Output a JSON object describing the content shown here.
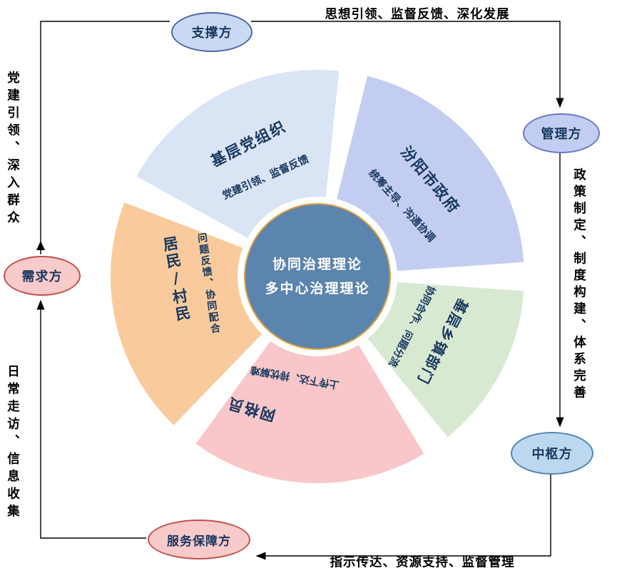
{
  "diagram": {
    "center": {
      "line1": "协同治理理论",
      "line2": "多中心治理理论"
    },
    "segments": [
      {
        "id": "grassroots-party",
        "title": "基层党组织",
        "subtitle": "党建引领、监督反馈",
        "color": "#d9e4f5"
      },
      {
        "id": "city-government",
        "title": "汾阳市政府",
        "subtitle": "统筹主导、沟通协调",
        "color": "#c3cdf2"
      },
      {
        "id": "township-departments",
        "title": "基层乡镇部门",
        "subtitle": "协同合作、问题分流",
        "color": "#d8e9d2"
      },
      {
        "id": "grid-workers",
        "title": "网格员",
        "subtitle": "上传下达、排忧解难",
        "color": "#f9c7c9"
      },
      {
        "id": "residents",
        "title": "居民/村民",
        "subtitle": "问题反馈、协同配合",
        "color": "#f9cb9c"
      }
    ],
    "nodes": [
      {
        "id": "support",
        "label": "支撑方",
        "color": "#c9d9f3"
      },
      {
        "id": "management",
        "label": "管理方",
        "color": "#c3cdf2"
      },
      {
        "id": "hub",
        "label": "中枢方",
        "color": "#bdd7ee"
      },
      {
        "id": "service",
        "label": "服务保障方",
        "color": "#f8caca"
      },
      {
        "id": "demand",
        "label": "需求方",
        "color": "#f8caca"
      }
    ],
    "edges": {
      "top": "思想引领、监督反馈、深化发展",
      "right": "政策制定、制度构建、体系完善",
      "bottom": "指示传达、资源支持、监督管理",
      "left_bottom": "日常走访、信息收集",
      "left_top": "党建引领、深入群众"
    },
    "colors": {
      "center_fill": "#5b84ae",
      "center_border": "#e2a13d",
      "arrow": "#000000",
      "title_text": "#17375e"
    }
  }
}
